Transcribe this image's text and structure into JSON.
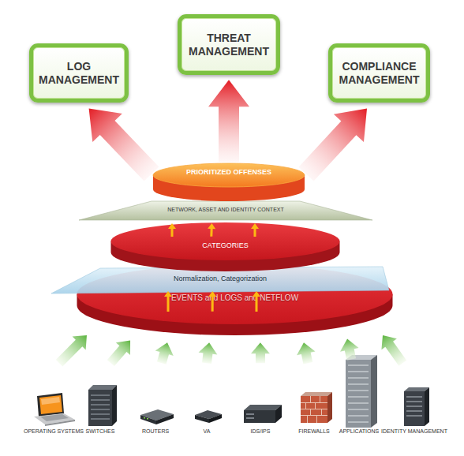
{
  "diagram": {
    "nodes": [
      {
        "text": [
          "LOG MANAGEMENT"
        ]
      },
      {
        "text": [
          "THREAT MANAGEMENT"
        ]
      },
      {
        "text": [
          "COMPLIANCE MANAGEMENT"
        ]
      },
      {
        "text": [
          "PRIORITIZED OFFENSES"
        ]
      },
      {
        "text": [
          "NETWORK, ASSET AND IDENTITY CONTEXT"
        ]
      },
      {
        "text": [
          "CATEGORIES"
        ]
      },
      {
        "text": [
          "Normalization, Categorization"
        ]
      },
      {
        "text": [
          "EVENTS and LOGS and NETFLOW"
        ]
      },
      {
        "text": [
          "OPERATING SYSTEMS"
        ]
      },
      {
        "text": [
          "SWITCHES"
        ]
      },
      {
        "text": [
          "ROUTERS"
        ]
      },
      {
        "text": [
          "VA"
        ]
      },
      {
        "text": [
          "IDS/IPS"
        ]
      },
      {
        "text": [
          "FIREWALLS"
        ]
      },
      {
        "text": [
          "APPLICATIONS"
        ]
      },
      {
        "text": [
          "IDENTITY MANAGEMENT"
        ]
      }
    ],
    "edges": [
      {
        "from": 7,
        "to": 5,
        "arrow": "to"
      },
      {
        "from": 5,
        "to": 3,
        "arrow": "to"
      },
      {
        "from": 3,
        "to": 0,
        "arrow": "to"
      },
      {
        "from": 3,
        "to": 1,
        "arrow": "to"
      },
      {
        "from": 3,
        "to": 2,
        "arrow": "to"
      },
      {
        "from": 8,
        "to": 7,
        "arrow": "to"
      },
      {
        "from": 9,
        "to": 7,
        "arrow": "to"
      },
      {
        "from": 10,
        "to": 7,
        "arrow": "to"
      },
      {
        "from": 11,
        "to": 7,
        "arrow": "to"
      },
      {
        "from": 12,
        "to": 7,
        "arrow": "to"
      },
      {
        "from": 13,
        "to": 7,
        "arrow": "to"
      },
      {
        "from": 14,
        "to": 7,
        "arrow": "to"
      },
      {
        "from": 15,
        "to": 7,
        "arrow": "to"
      }
    ]
  }
}
